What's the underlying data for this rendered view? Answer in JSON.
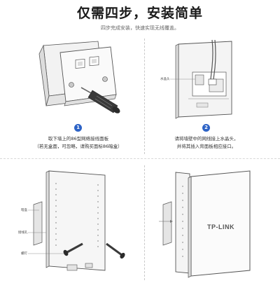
{
  "header": {
    "title": "仅需四步，安装简单",
    "subtitle": "四步完成安装，快速实现无线覆盖。"
  },
  "steps": [
    {
      "number": "1",
      "line1": "取下墙上的86型网络接线面板",
      "line2": "（若无盒面，可忽略，请购买面标86暗盒）"
    },
    {
      "number": "2",
      "line1": "请将墙壁中的网线接上水晶头，",
      "line2": "并将其插入背面板相应接口。",
      "callouts": [
        "水晶头"
      ]
    },
    {
      "callouts": [
        "暗盒",
        "接线孔",
        "螺钉"
      ]
    },
    {
      "brand_label": "TP-LINK"
    }
  ],
  "colors": {
    "accent": "#2d63c6",
    "line": "#555555",
    "shade": "#e9e9e9"
  }
}
